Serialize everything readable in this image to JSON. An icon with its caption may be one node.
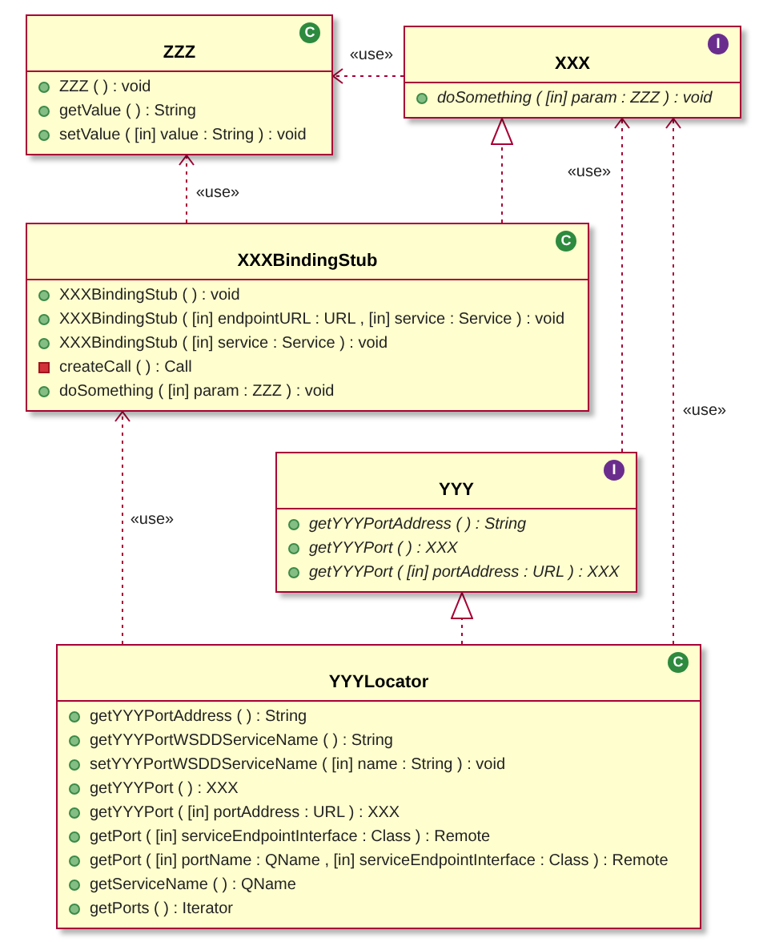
{
  "diagram": {
    "nodes": [
      {
        "text": [
          "C",
          "ZZZ",
          "ZZZ ( ) : void",
          "getValue ( ) : String",
          "setValue ( [in] value : String ) : void"
        ]
      },
      {
        "text": [
          "I",
          "XXX",
          "doSomething ( [in] param : ZZZ ) : void"
        ]
      },
      {
        "text": [
          "C",
          "XXXBindingStub",
          "XXXBindingStub ( ) : void",
          "XXXBindingStub ( [in] endpointURL : URL , [in] service : Service ) : void",
          "XXXBindingStub ( [in] service : Service ) : void",
          "createCall ( ) : Call",
          "doSomething ( [in] param : ZZZ ) : void"
        ]
      },
      {
        "text": [
          "I",
          "YYY",
          "getYYYPortAddress ( ) : String",
          "getYYYPort ( ) : XXX",
          "getYYYPort ( [in] portAddress : URL ) : XXX"
        ]
      },
      {
        "text": [
          "C",
          "YYYLocator",
          "getYYYPortAddress ( ) : String",
          "getYYYPortWSDDServiceName ( ) : String",
          "setYYYPortWSDDServiceName ( [in] name : String ) : void",
          "getYYYPort ( ) : XXX",
          "getYYYPort ( [in] portAddress : URL ) : XXX",
          "getPort ( [in] serviceEndpointInterface : Class ) : Remote",
          "getPort ( [in] portName : QName , [in] serviceEndpointInterface : Class ) : Remote",
          "getServiceName ( ) : QName",
          "getPorts ( ) : Iterator"
        ]
      }
    ],
    "edges": [
      {
        "from": 1,
        "to": 0,
        "arrow": "to",
        "label": "«use»",
        "style": "dashed"
      },
      {
        "from": 2,
        "to": 0,
        "arrow": "to",
        "label": "«use»",
        "style": "dashed"
      },
      {
        "from": 2,
        "to": 1,
        "arrow": "to",
        "style": "dashed"
      },
      {
        "from": 3,
        "to": 1,
        "arrow": "to",
        "label": "«use»",
        "style": "dashed"
      },
      {
        "from": 4,
        "to": 1,
        "arrow": "to",
        "label": "«use»",
        "style": "dashed"
      },
      {
        "from": 4,
        "to": 2,
        "arrow": "to",
        "label": "«use»",
        "style": "dashed"
      },
      {
        "from": 4,
        "to": 3,
        "arrow": "to",
        "style": "dashed"
      }
    ]
  }
}
